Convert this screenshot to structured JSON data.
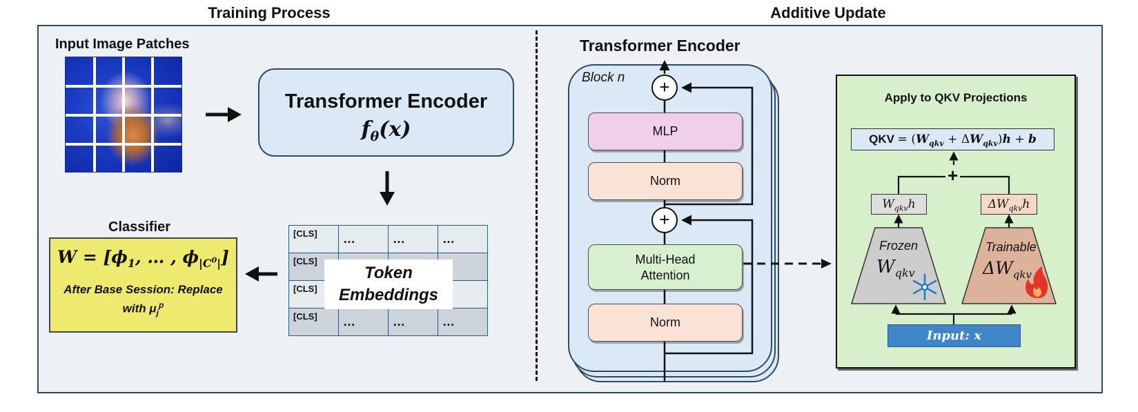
{
  "sections": {
    "left_title": "Training Process",
    "right_title": "Additive Update"
  },
  "left": {
    "patches_label": "Input Image Patches",
    "encoder_title": "Transformer Encoder",
    "encoder_formula": "fθ(x)",
    "classifier_label": "Classifier",
    "classifier_formula": "W = [ϕ₁, … , ϕ|C⁰|]",
    "classifier_note_line1": "After Base Session: Replace",
    "classifier_note_line2": "with μⱼᵖ",
    "token_rows": [
      [
        "[CLS]",
        "…",
        "…",
        "…"
      ],
      [
        "[CLS]",
        "",
        "",
        "."
      ],
      [
        "[CLS]",
        "",
        "",
        "."
      ],
      [
        "[CLS]",
        "…",
        "…",
        "…"
      ]
    ],
    "token_label_line1": "Token",
    "token_label_line2": "Embeddings"
  },
  "right": {
    "encoder_title": "Transformer Encoder",
    "block_label": "Block n",
    "mlp": "MLP",
    "norm_top": "Norm",
    "mha_line1": "Multi-Head",
    "mha_line2": "Attention",
    "norm_bottom": "Norm",
    "plus": "+",
    "green_title": "Apply to QKV Projections",
    "qkv_formula": "QKV = (Wqkv + ΔWqkv)h + b",
    "plus_merge": "+",
    "wh": "Wqkvh",
    "dwh": "ΔWqkvh",
    "frozen_label": "Frozen",
    "frozen_w": "Wqkv",
    "trainable_label": "Trainable",
    "trainable_w": "ΔWqkv",
    "input_label": "Input: x",
    "snowflake": "❄",
    "flame": "🔥"
  },
  "colors": {
    "frame_bg": "#eef1f3",
    "encoder_bg": "#dbe8f6",
    "classifier_bg": "#eeea70",
    "mlp_bg": "#f0cfe9",
    "norm_bg": "#fae3d6",
    "mha_bg": "#d7f0d0",
    "green_bg": "#d8efcb",
    "frozen_bg": "#cdcdcd",
    "trainable_bg": "#ddb29a",
    "input_bg": "#3f86c8"
  }
}
